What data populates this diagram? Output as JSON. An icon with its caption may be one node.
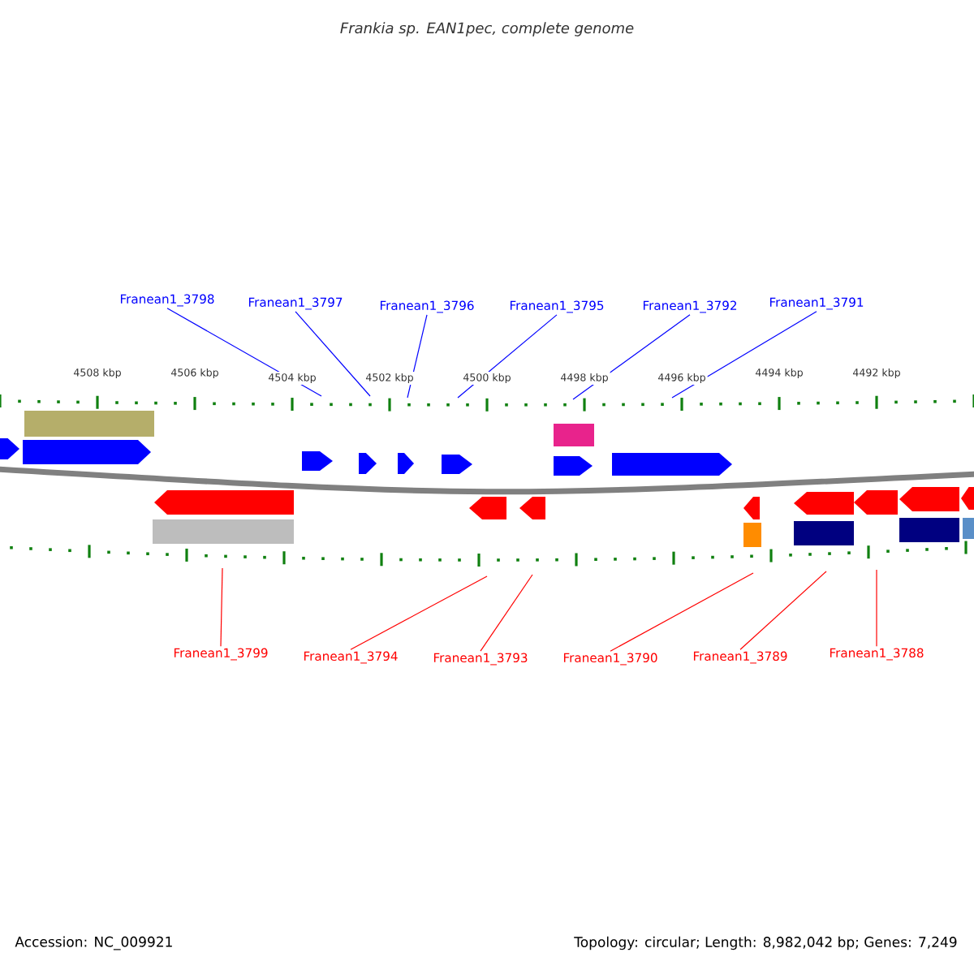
{
  "diagram": {
    "title": "Frankia sp. EAN1pec, complete genome",
    "nodes": [
      {
        "text": [
          "Franean1_3798"
        ]
      },
      {
        "text": [
          "Franean1_3797"
        ]
      },
      {
        "text": [
          "Franean1_3796"
        ]
      },
      {
        "text": [
          "Franean1_3795"
        ]
      },
      {
        "text": [
          "Franean1_3792"
        ]
      },
      {
        "text": [
          "Franean1_3791"
        ]
      },
      {
        "text": [
          "Franean1_3799"
        ]
      },
      {
        "text": [
          "Franean1_3794"
        ]
      },
      {
        "text": [
          "Franean1_3793"
        ]
      },
      {
        "text": [
          "Franean1_3790"
        ]
      },
      {
        "text": [
          "Franean1_3789"
        ]
      },
      {
        "text": [
          "Franean1_3788"
        ]
      }
    ],
    "edges": [
      {
        "from": 0,
        "to": null,
        "arrow": "none",
        "color": "#0000ff"
      },
      {
        "from": 1,
        "to": null,
        "arrow": "none",
        "color": "#0000ff"
      },
      {
        "from": 2,
        "to": null,
        "arrow": "none",
        "color": "#0000ff"
      },
      {
        "from": 3,
        "to": null,
        "arrow": "none",
        "color": "#0000ff"
      },
      {
        "from": 4,
        "to": null,
        "arrow": "none",
        "color": "#0000ff"
      },
      {
        "from": 5,
        "to": null,
        "arrow": "none",
        "color": "#0000ff"
      },
      {
        "from": 6,
        "to": null,
        "arrow": "none",
        "color": "#ff0000"
      },
      {
        "from": 7,
        "to": null,
        "arrow": "none",
        "color": "#ff0000"
      },
      {
        "from": 8,
        "to": null,
        "arrow": "none",
        "color": "#ff0000"
      },
      {
        "from": 9,
        "to": null,
        "arrow": "none",
        "color": "#ff0000"
      },
      {
        "from": 10,
        "to": null,
        "arrow": "none",
        "color": "#ff0000"
      },
      {
        "from": 11,
        "to": null,
        "arrow": "none",
        "color": "#ff0000"
      }
    ],
    "labels": [
      "4508 kbp",
      "4506 kbp",
      "4504 kbp",
      "4502 kbp",
      "4500 kbp",
      "4498 kbp",
      "4496 kbp",
      "4494 kbp",
      "4492 kbp",
      "Accession: NC_009921",
      "Topology: circular; Length: 8,982,042 bp; Genes: 7,249"
    ]
  }
}
